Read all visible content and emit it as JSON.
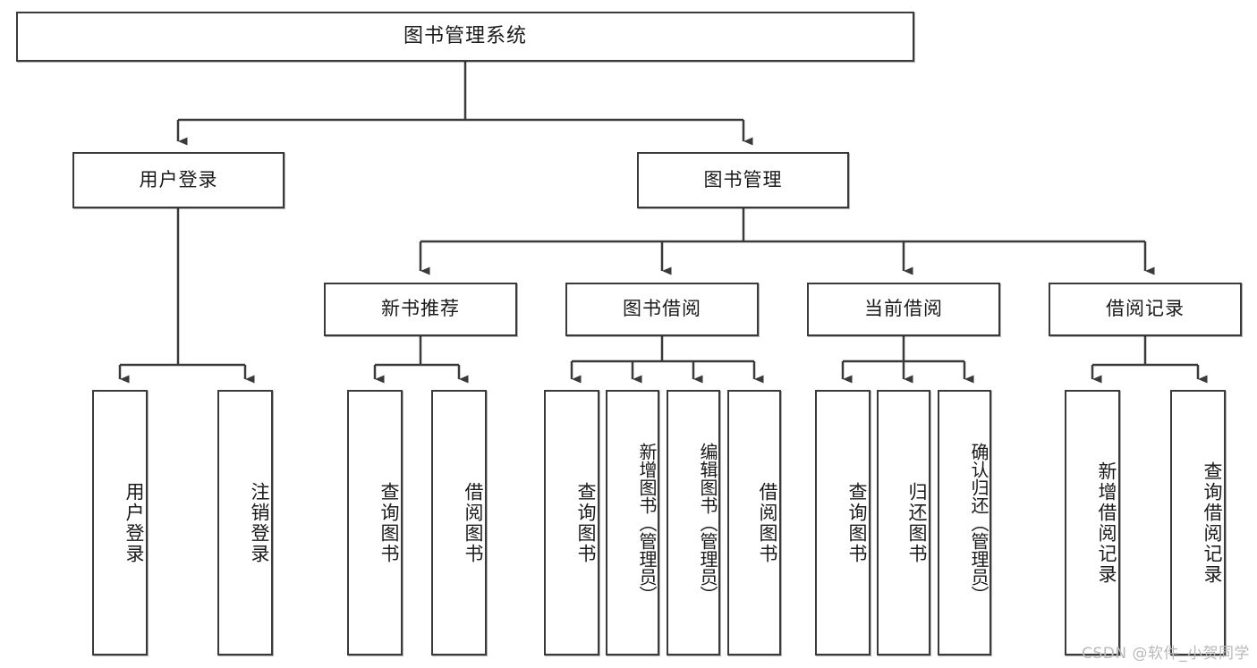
{
  "diagram": {
    "title": "图书管理系统",
    "watermark": "CSDN @软件_小贺同学",
    "line_color": "#3a3a3a",
    "box_fill": "#ffffff",
    "text_color": "#1a1a1a",
    "levels": {
      "root": {
        "label": "图书管理系统"
      },
      "level2": [
        {
          "label": "用户登录"
        },
        {
          "label": "图书管理"
        }
      ],
      "level3": [
        {
          "label": "新书推荐"
        },
        {
          "label": "图书借阅"
        },
        {
          "label": "当前借阅"
        },
        {
          "label": "借阅记录"
        }
      ],
      "leaves": {
        "user_login": [
          {
            "label": "用户登录"
          },
          {
            "label": "注销登录"
          }
        ],
        "new_book_recommend": [
          {
            "label": "查询图书"
          },
          {
            "label": "借阅图书"
          }
        ],
        "book_borrow": [
          {
            "label": "查询图书"
          },
          {
            "label": "新增图书（管理员）"
          },
          {
            "label": "编辑图书（管理员）"
          },
          {
            "label": "借阅图书"
          }
        ],
        "current_borrow": [
          {
            "label": "查询图书"
          },
          {
            "label": "归还图书"
          },
          {
            "label": "确认归还（管理员）"
          }
        ],
        "borrow_record": [
          {
            "label": "新增借阅记录"
          },
          {
            "label": "查询借阅记录"
          }
        ]
      }
    }
  }
}
